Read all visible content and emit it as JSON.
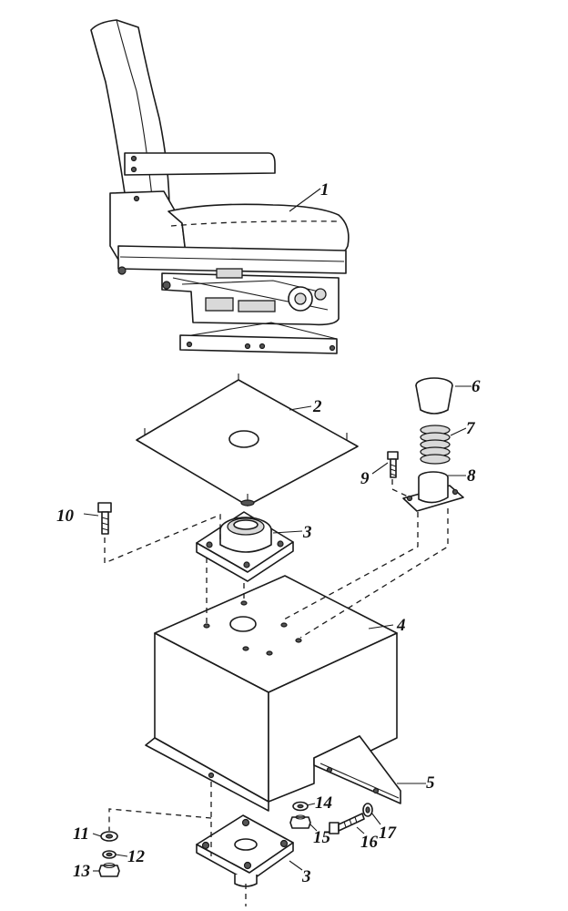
{
  "parts": [
    {
      "id": "seat",
      "label": "1"
    },
    {
      "id": "mounting-plate",
      "label": "2"
    },
    {
      "id": "bearing-flange",
      "label": "3"
    },
    {
      "id": "seat-box",
      "label": "4"
    },
    {
      "id": "bracket",
      "label": "5"
    },
    {
      "id": "cap",
      "label": "6"
    },
    {
      "id": "spring",
      "label": "7"
    },
    {
      "id": "spring-housing",
      "label": "8"
    },
    {
      "id": "housing-bolt",
      "label": "9"
    },
    {
      "id": "flange-bolt",
      "label": "10"
    },
    {
      "id": "washer",
      "label": "11"
    },
    {
      "id": "lock-washer",
      "label": "12"
    },
    {
      "id": "nut",
      "label": "13"
    },
    {
      "id": "bracket-washer",
      "label": "14"
    },
    {
      "id": "bracket-nut",
      "label": "15"
    },
    {
      "id": "bracket-bolt",
      "label": "16"
    },
    {
      "id": "bracket-lock-washer",
      "label": "17"
    }
  ]
}
